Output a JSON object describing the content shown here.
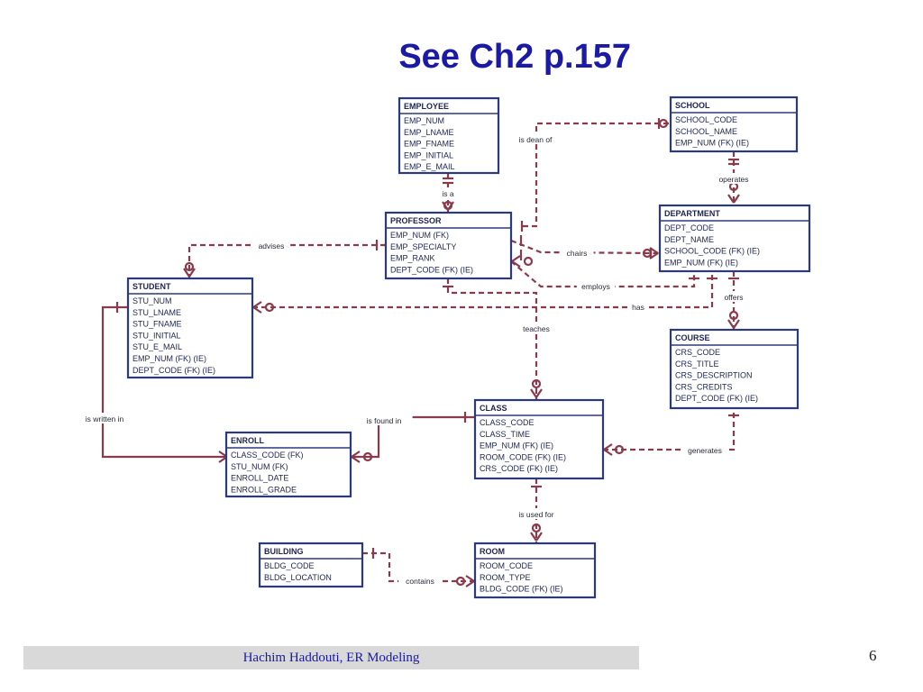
{
  "slide": {
    "title": "See Ch2 p.157",
    "footer": "Hachim Haddouti, ER Modeling",
    "page_number": "6"
  },
  "colors": {
    "title": "#1a1aa6",
    "entity_border": "#2b3a7a",
    "relationship_line": "#8a3a4a"
  },
  "entities": [
    {
      "name": "EMPLOYEE",
      "attributes": [
        "EMP_NUM",
        "EMP_LNAME",
        "EMP_FNAME",
        "EMP_INITIAL",
        "EMP_E_MAIL"
      ]
    },
    {
      "name": "SCHOOL",
      "attributes": [
        "SCHOOL_CODE",
        "SCHOOL_NAME",
        "EMP_NUM (FK) (IE)"
      ]
    },
    {
      "name": "PROFESSOR",
      "attributes": [
        "EMP_NUM (FK)",
        "EMP_SPECIALTY",
        "EMP_RANK",
        "DEPT_CODE (FK) (IE)"
      ]
    },
    {
      "name": "DEPARTMENT",
      "attributes": [
        "DEPT_CODE",
        "DEPT_NAME",
        "SCHOOL_CODE (FK) (IE)",
        "EMP_NUM (FK) (IE)"
      ]
    },
    {
      "name": "STUDENT",
      "attributes": [
        "STU_NUM",
        "STU_LNAME",
        "STU_FNAME",
        "STU_INITIAL",
        "STU_E_MAIL",
        "EMP_NUM (FK) (IE)",
        "DEPT_CODE (FK) (IE)"
      ]
    },
    {
      "name": "COURSE",
      "attributes": [
        "CRS_CODE",
        "CRS_TITLE",
        "CRS_DESCRIPTION",
        "CRS_CREDITS",
        "DEPT_CODE (FK) (IE)"
      ]
    },
    {
      "name": "CLASS",
      "attributes": [
        "CLASS_CODE",
        "CLASS_TIME",
        "EMP_NUM (FK) (IE)",
        "ROOM_CODE (FK) (IE)",
        "CRS_CODE (FK) (IE)"
      ]
    },
    {
      "name": "ENROLL",
      "attributes": [
        "CLASS_CODE (FK)",
        "STU_NUM (FK)",
        "ENROLL_DATE",
        "ENROLL_GRADE"
      ]
    },
    {
      "name": "BUILDING",
      "attributes": [
        "BLDG_CODE",
        "BLDG_LOCATION"
      ]
    },
    {
      "name": "ROOM",
      "attributes": [
        "ROOM_CODE",
        "ROOM_TYPE",
        "BLDG_CODE (FK) (IE)"
      ]
    }
  ],
  "relationships": [
    {
      "label": "is dean of"
    },
    {
      "label": "is a"
    },
    {
      "label": "operates"
    },
    {
      "label": "advises"
    },
    {
      "label": "chairs"
    },
    {
      "label": "employs"
    },
    {
      "label": "has"
    },
    {
      "label": "offers"
    },
    {
      "label": "teaches"
    },
    {
      "label": "is written in"
    },
    {
      "label": "is found in"
    },
    {
      "label": "generates"
    },
    {
      "label": "is used for"
    },
    {
      "label": "contains"
    }
  ]
}
